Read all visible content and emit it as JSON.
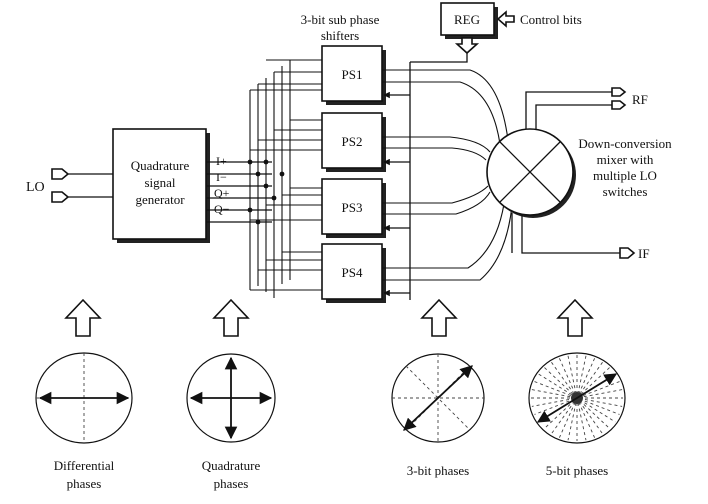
{
  "labels": {
    "lo": "LO",
    "quad_gen": [
      "Quadrature",
      "signal",
      "generator"
    ],
    "signals": [
      "I+",
      "I−",
      "Q+",
      "Q−"
    ],
    "sub_shifters": [
      "3-bit sub phase",
      "shifters"
    ],
    "reg": "REG",
    "control_bits": "Control bits",
    "ps": [
      "PS1",
      "PS2",
      "PS3",
      "PS4"
    ],
    "rf": "RF",
    "if": "IF",
    "mixer": [
      "Down-conversion",
      "mixer with",
      "multiple LO",
      "switches"
    ]
  },
  "phase_diagrams": [
    {
      "caption": [
        "Differential",
        "phases"
      ],
      "kind": "differential"
    },
    {
      "caption": [
        "Quadrature",
        "phases"
      ],
      "kind": "quadrature"
    },
    {
      "caption": [
        "3-bit phases"
      ],
      "kind": "3-bit"
    },
    {
      "caption": [
        "5-bit phases"
      ],
      "kind": "5-bit"
    }
  ],
  "colors": {
    "ink": "#111111",
    "background": "#ffffff"
  }
}
